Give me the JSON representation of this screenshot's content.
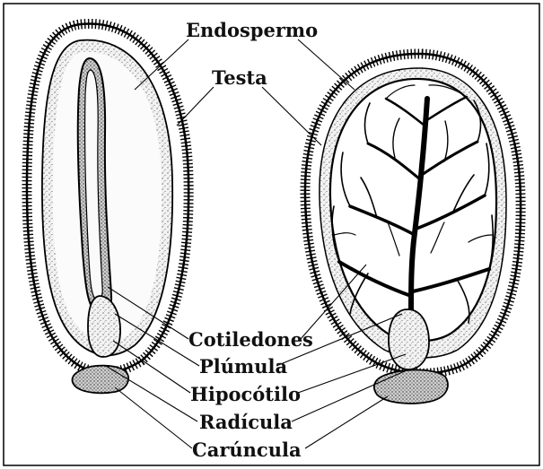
{
  "labels": {
    "endosperm": "Endospermo",
    "testa": "Testa",
    "cotyledons": "Cotiledones",
    "plumule": "Plúmula",
    "hypocotyl": "Hipocótilo",
    "radicle": "Radícula",
    "caruncle": "Carúncula"
  },
  "colors": {
    "ink": "#000000",
    "paper": "#ffffff",
    "endosperm_fill": "#f4f4f4",
    "embryo_fill": "#dcdcdc",
    "caruncle_fill": "#d4d4d4"
  }
}
